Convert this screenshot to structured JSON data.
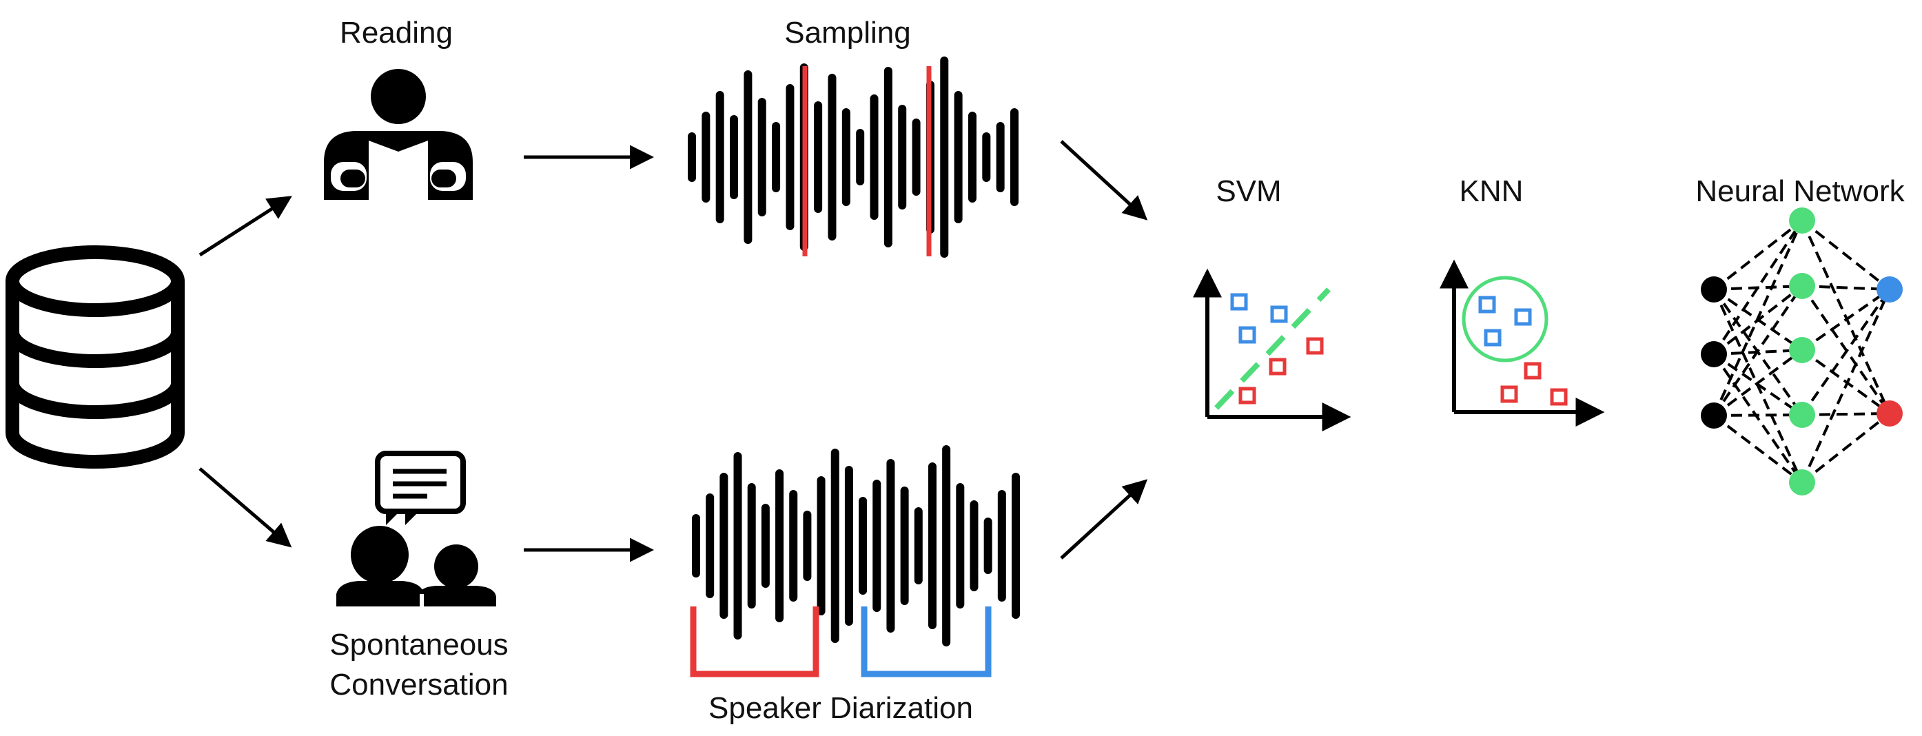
{
  "labels": {
    "reading": "Reading",
    "sampling": "Sampling",
    "spontaneous_line1": "Spontaneous",
    "spontaneous_line2": "Conversation",
    "speaker_diarization": "Speaker Diarization",
    "svm": "SVM",
    "knn": "KNN",
    "neural_network": "Neural Network"
  },
  "colors": {
    "ink": "#000000",
    "red": "#e8393a",
    "blue": "#3d8ee6",
    "green": "#4fdc7a"
  },
  "icons": {
    "database": "database-icon",
    "reader": "person-reading-icon",
    "conversation": "people-conversation-icon"
  },
  "waveform_reading_heights": [
    60,
    120,
    180,
    110,
    240,
    160,
    90,
    200,
    260,
    150,
    230,
    130,
    70,
    170,
    250,
    140,
    100,
    210,
    280,
    180,
    120,
    60,
    90,
    130
  ],
  "waveform_conversation_heights": [
    80,
    140,
    200,
    260,
    170,
    110,
    210,
    150,
    90,
    190,
    270,
    220,
    130,
    180,
    240,
    160,
    100,
    230,
    280,
    170,
    120,
    70,
    150,
    200
  ],
  "neural_network_layers": [
    [
      "black",
      "black",
      "black"
    ],
    [
      "green",
      "green",
      "green",
      "green",
      "green"
    ],
    [
      "blue",
      "red"
    ]
  ]
}
